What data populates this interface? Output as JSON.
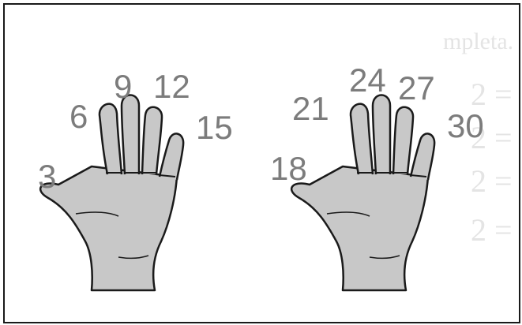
{
  "background_bleed": {
    "line_1": "mpleta.",
    "line_2": "2 =",
    "line_3": "2 =",
    "line_4": "2 =",
    "line_5": "2 ="
  },
  "left_hand": {
    "labels": [
      "3",
      "6",
      "9",
      "12",
      "15"
    ]
  },
  "right_hand": {
    "labels": [
      "18",
      "21",
      "24",
      "27",
      "30"
    ]
  },
  "colors": {
    "hand_fill": "#c8c8c8",
    "hand_outline": "#1a1a1a",
    "number_color": "#7c7c7c",
    "frame_border": "#1a1a1a"
  }
}
